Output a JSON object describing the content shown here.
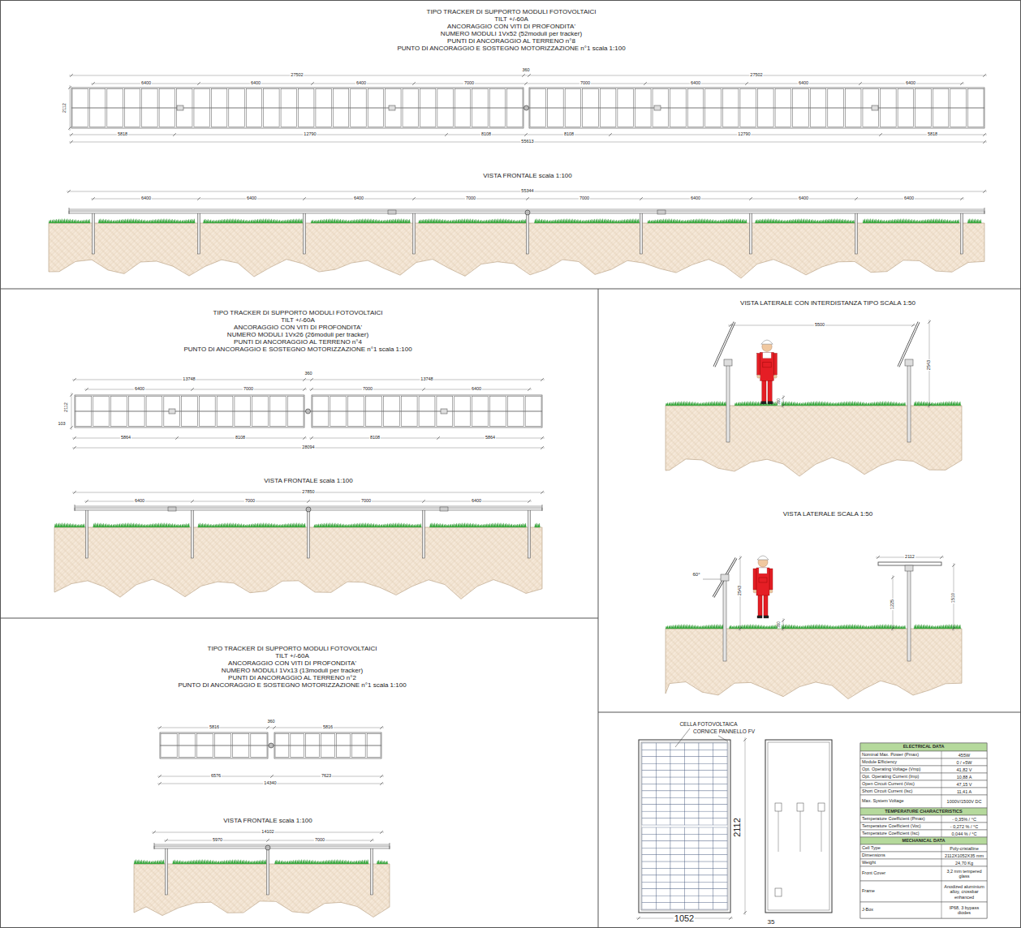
{
  "diagram": {
    "labels": [
      "TIPO TRACKER DI SUPPORTO MODULI FOTOVOLTAICI",
      "TILT +/-60A",
      "ANCORAGGIO CON VITI DI PROFONDITA'",
      "NUMERO MODULI 1Vx52 (52moduli per tracker)",
      "PUNTI DI ANCORAGGIO AL TERRENO n°8",
      "PUNTO DI ANCORAGGIO E SOSTEGNO MOTORIZZAZIONE n°1 scala 1:100",
      "27502",
      "360",
      "27502",
      "6400",
      "6400",
      "6400",
      "7000",
      "7000",
      "6400",
      "6400",
      "6400",
      "2112",
      "5818",
      "12790",
      "8108",
      "8108",
      "12790",
      "5818",
      "55613",
      "VISTA FRONTALE scala 1:100",
      "55344",
      "6400",
      "6400",
      "6400",
      "7000",
      "7000",
      "6400",
      "6400",
      "6400",
      "TIPO TRACKER DI SUPPORTO MODULI FOTOVOLTAICI",
      "TILT +/-60A",
      "ANCORAGGIO CON VITI DI PROFONDITA'",
      "NUMERO MODULI 1Vx26 (26moduli per tracker)",
      "PUNTI DI ANCORAGGIO AL TERRENO n°4",
      "PUNTO DI ANCORAGGIO E SOSTEGNO MOTORIZZAZIONE n°1 scala 1:100",
      "13748",
      "360",
      "13748",
      "6400",
      "7000",
      "7000",
      "6400",
      "2112",
      "103",
      "5864",
      "8108",
      "8108",
      "5864",
      "28094",
      "VISTA FRONTALE scala 1:100",
      "27850",
      "6400",
      "7000",
      "7000",
      "6400",
      "TIPO TRACKER DI SUPPORTO MODULI FOTOVOLTAICI",
      "TILT +/-60A",
      "ANCORAGGIO CON VITI DI PROFONDITA'",
      "NUMERO MODULI 1Vx13 (13moduli per tracker)",
      "PUNTI DI ANCORAGGIO AL TERRENO n°2",
      "PUNTO DI ANCORAGGIO E SOSTEGNO MOTORIZZAZIONE n°1 scala 1:100",
      "5816",
      "360",
      "5816",
      "6576",
      "7623",
      "14340",
      "VISTA FRONTALE scala 1:100",
      "14102",
      "5970",
      "7000",
      "VISTA LATERALE CON INTERDISTANZA TIPO SCALA 1:50",
      "5500",
      "2543",
      "300",
      "VISTA LATERALE SCALA 1:50",
      "60°",
      "2543",
      "300",
      "2112",
      "1225",
      "1510",
      "CELLA FOTOVOLTAICA",
      "CORNICE PANNELLO FV",
      "2112",
      "1052",
      "35",
      "ELECTRICAL DATA",
      "Nominal Max. Power (Pmax)",
      "455W",
      "Module Efficiency",
      "0 / +5W",
      "Opt. Operating Voltage (Vmp)",
      "41,82 V",
      "Opt. Operating Current (Imp)",
      "10,88 A",
      "Open Circuit Current (Voc)",
      "47,15 V",
      "Short Circuit Current (Isc)",
      "11,41 A",
      "Max. System Voltage",
      "1000V/1500V DC",
      "TEMPERATURE CHARACTERISTICS",
      "Temperature Coefficient (Pmax)",
      "- 0,35% / °C",
      "Temperature Coefficient (Voc)",
      "- 0,272 % / °C",
      "Temperature Coefficient (Isc)",
      "0,044 % / °C",
      "MECHANICAL DATA",
      "Cell Type",
      "Poly-cristalline",
      "Dimensions",
      "2112X1052X35 mm",
      "Weight",
      "24,70 Kg",
      "Front Cover",
      "3,2 mm tempered glass",
      "Frame",
      "Anodized aluminium alloy, crossbar enhanced",
      "J-Box",
      "IP68, 3 bypass diodes"
    ]
  }
}
